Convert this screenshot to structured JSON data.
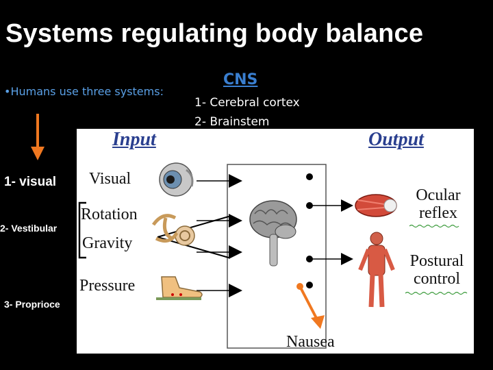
{
  "title": "Systems regulating body balance",
  "intro": "•Humans use three systems:",
  "systems": [
    "1- visual",
    "2- Vestibular",
    "3- Proprioce"
  ],
  "cns": {
    "heading": "CNS",
    "items": [
      "1- Cerebral cortex",
      "2- Brainstem"
    ]
  },
  "diagram": {
    "input_heading": "Input",
    "output_heading": "Output",
    "inputs": [
      "Visual",
      "Rotation",
      "Gravity",
      "Pressure"
    ],
    "outputs": {
      "ocular": [
        "Ocular",
        "reflex"
      ],
      "postural": [
        "Postural",
        "control"
      ],
      "nausea": "Nausea"
    }
  },
  "colors": {
    "cns_heading": "#3a7fd0",
    "intro": "#5aa0e6",
    "arrow": "#f07820",
    "header_text": "#2a3f8f"
  }
}
